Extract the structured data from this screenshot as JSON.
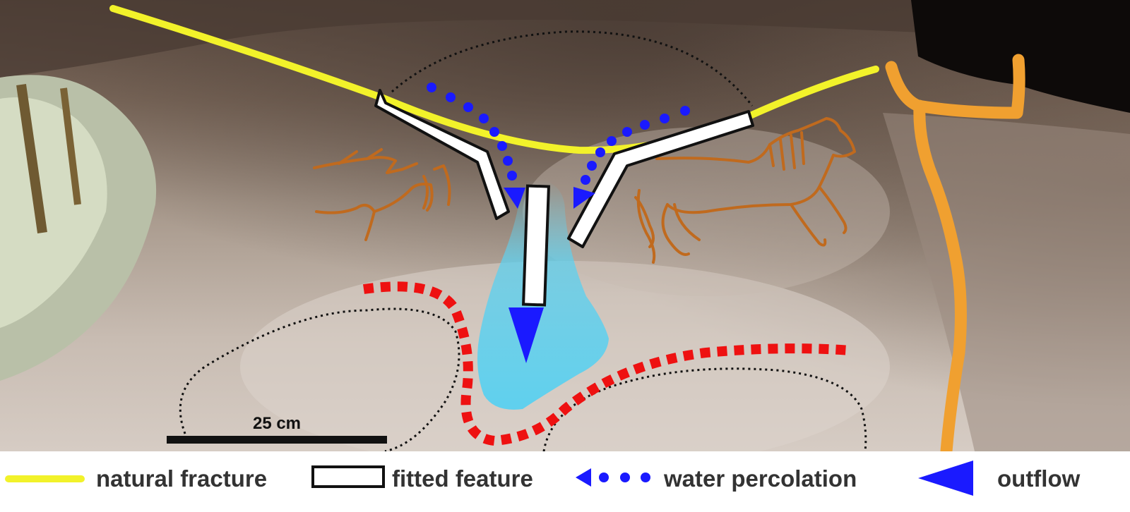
{
  "scale_bar": {
    "label": "25 cm"
  },
  "legend": {
    "natural_fracture": "natural fracture",
    "fitted_feature": "fitted feature",
    "water_percolation": "water percolation",
    "outflow": "outflow"
  },
  "colors": {
    "natural_fracture": "#f2f22a",
    "fitted_feature_fill": "#ffffff",
    "fitted_feature_stroke": "#111111",
    "water_percolation": "#1a1aff",
    "outflow": "#1a1aff",
    "water_body": "#5fd0ee",
    "engravings": "#c06a1e",
    "orange_figure": "#f0a030",
    "red_dotted": "#ee1111",
    "legend_text": "#333333"
  },
  "icons": {
    "legend_natural_fracture": "yellow-line-icon",
    "legend_fitted_feature": "white-box-icon",
    "legend_water_percolation": "blue-dotted-arrow-icon",
    "legend_outflow": "blue-triangle-icon"
  }
}
